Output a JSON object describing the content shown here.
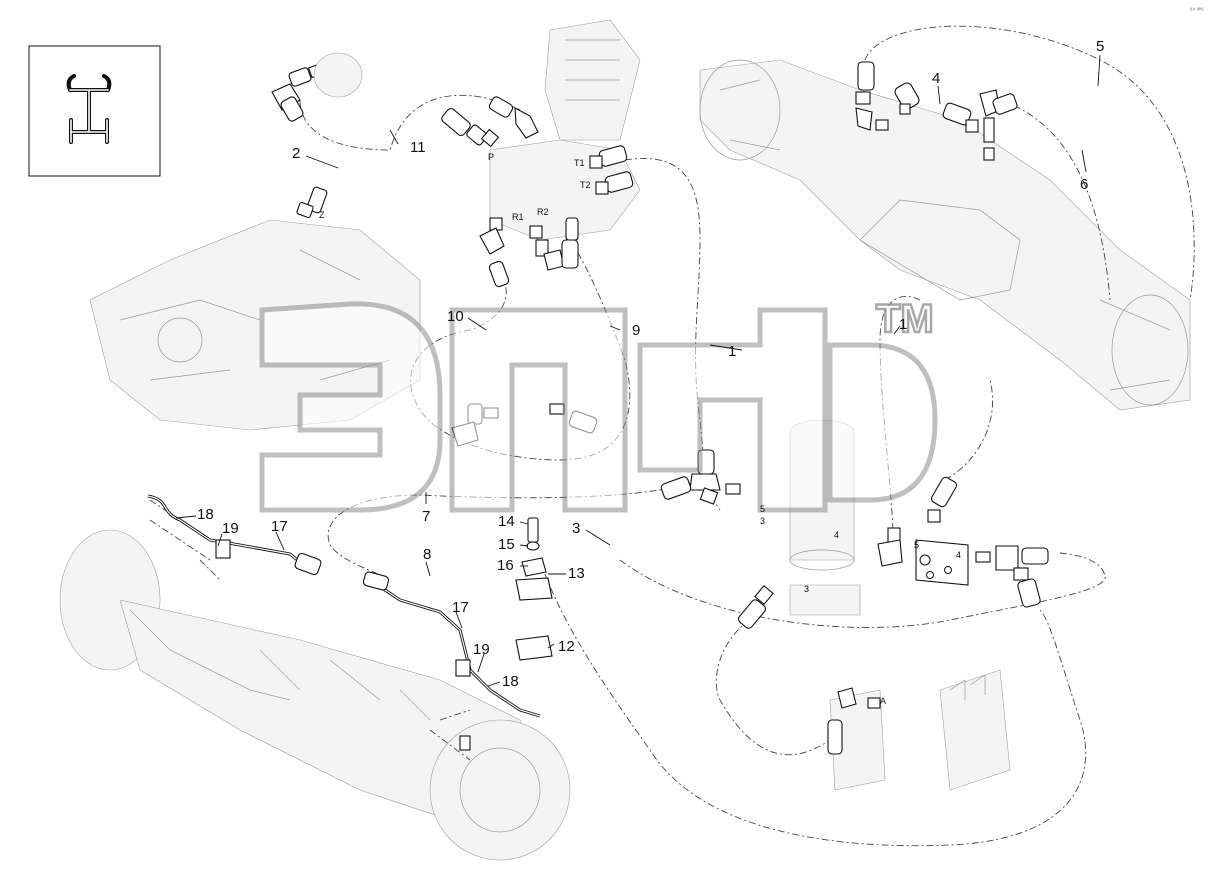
{
  "callouts": [
    "1",
    "2",
    "3",
    "4",
    "5",
    "6",
    "7",
    "8",
    "9",
    "10",
    "11",
    "12",
    "13",
    "14",
    "15",
    "16",
    "17",
    "17",
    "18",
    "18",
    "19",
    "19",
    "1"
  ],
  "ports": {
    "p": "P",
    "z": "Z",
    "t1": "T1",
    "t2": "T2",
    "r1": "R1",
    "r2": "R2",
    "a": "A",
    "n5a": "5",
    "n3a": "3",
    "n4a": "4",
    "n5b": "5",
    "n4b": "4",
    "n3b": "3"
  },
  "watermark": {
    "tm": "TM"
  },
  "corner_code": "⁸⁹ ³⁰⁹",
  "colors": {
    "line": "#111111",
    "ghost": "#9a9a9a",
    "watermark_outline": "#8c8c8c",
    "background": "#ffffff"
  }
}
